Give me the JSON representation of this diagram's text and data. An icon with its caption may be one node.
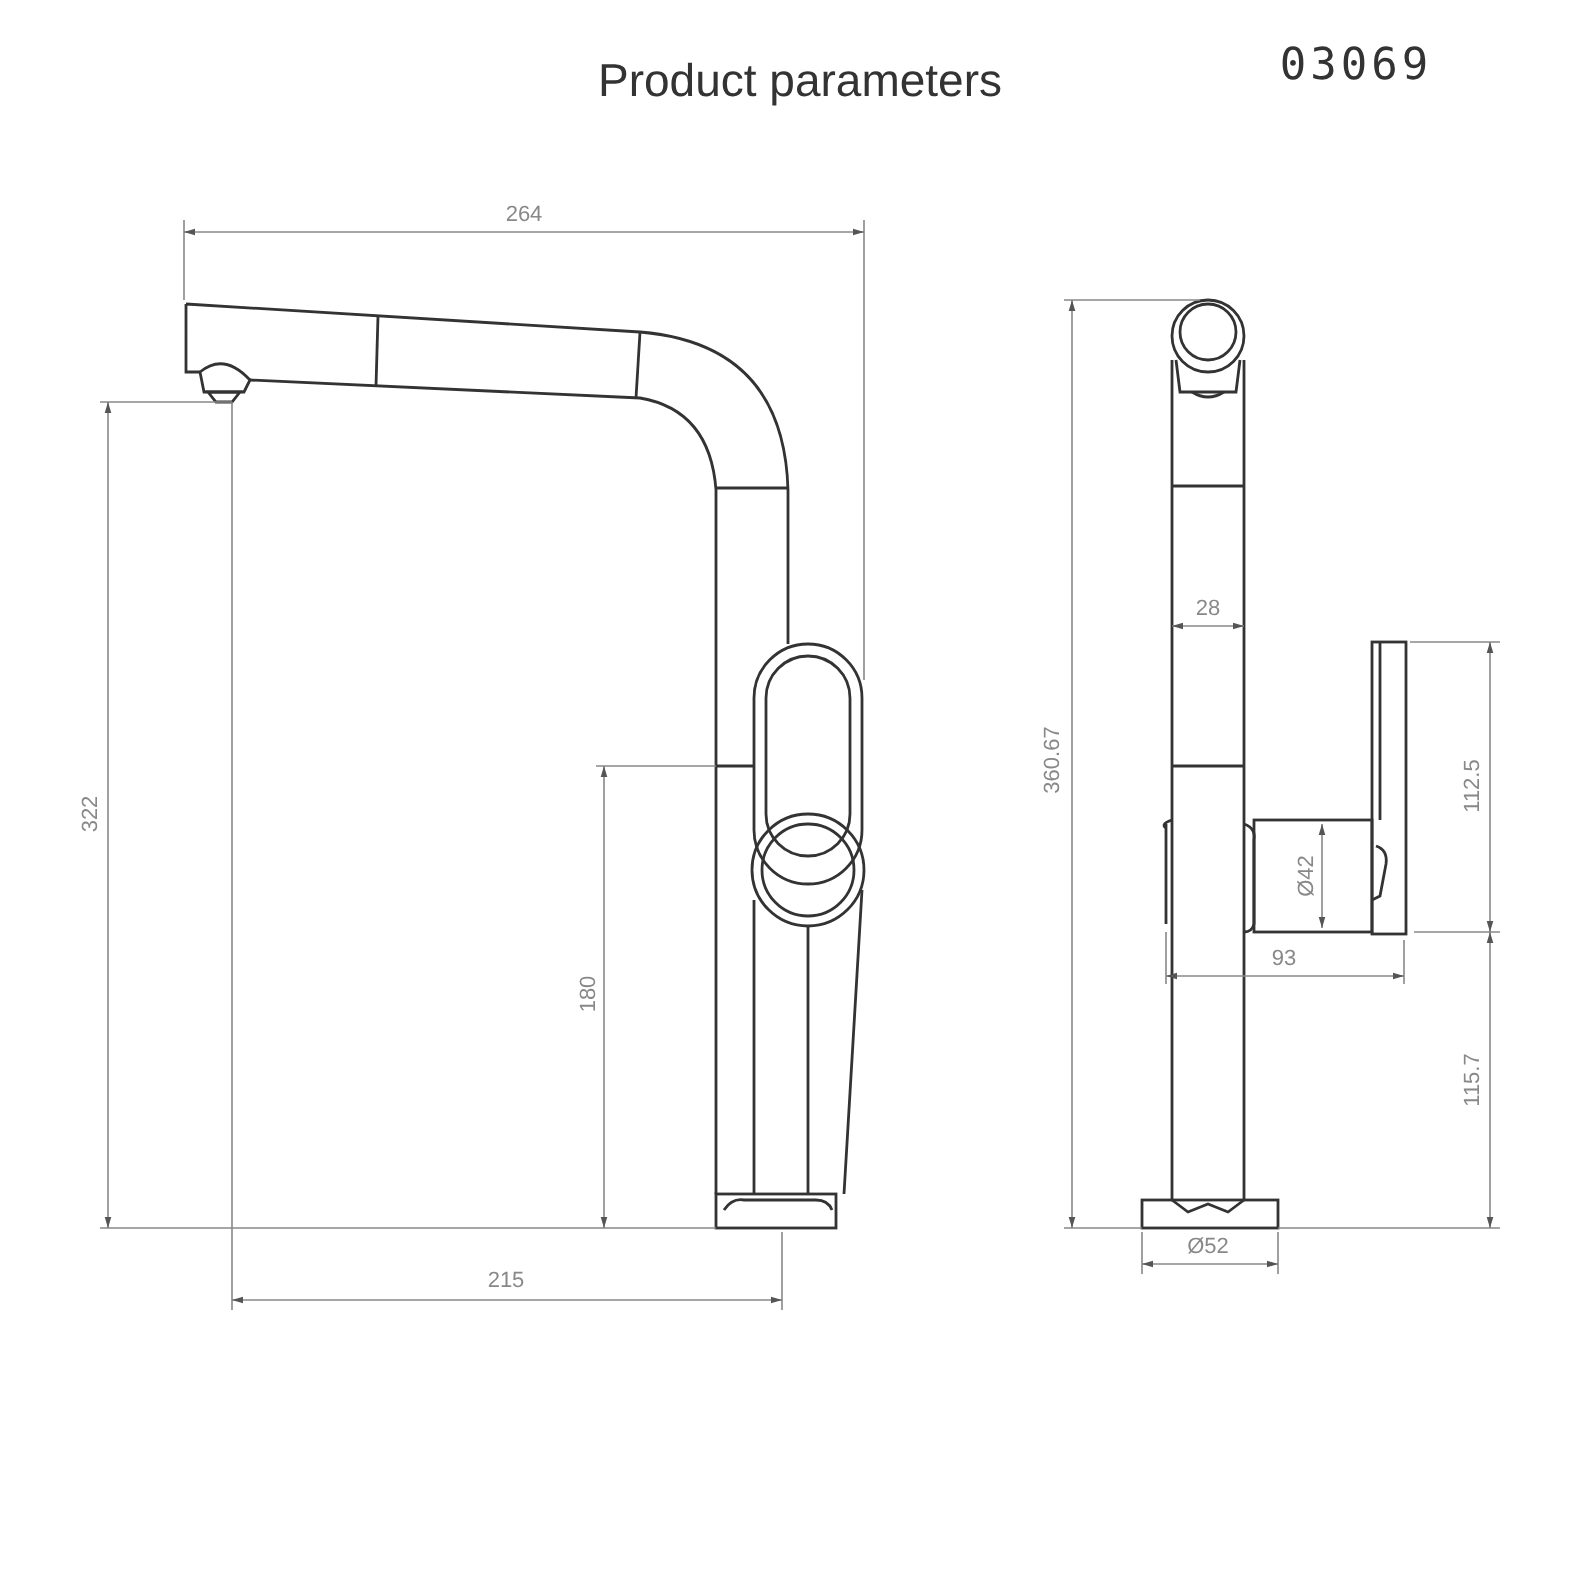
{
  "diagram": {
    "title": "Product parameters",
    "labels": [
      "03069",
      "264",
      "322",
      "180",
      "215",
      "28",
      "360.67",
      "112.5",
      "Ø42",
      "93",
      "115.7",
      "Ø52"
    ]
  }
}
